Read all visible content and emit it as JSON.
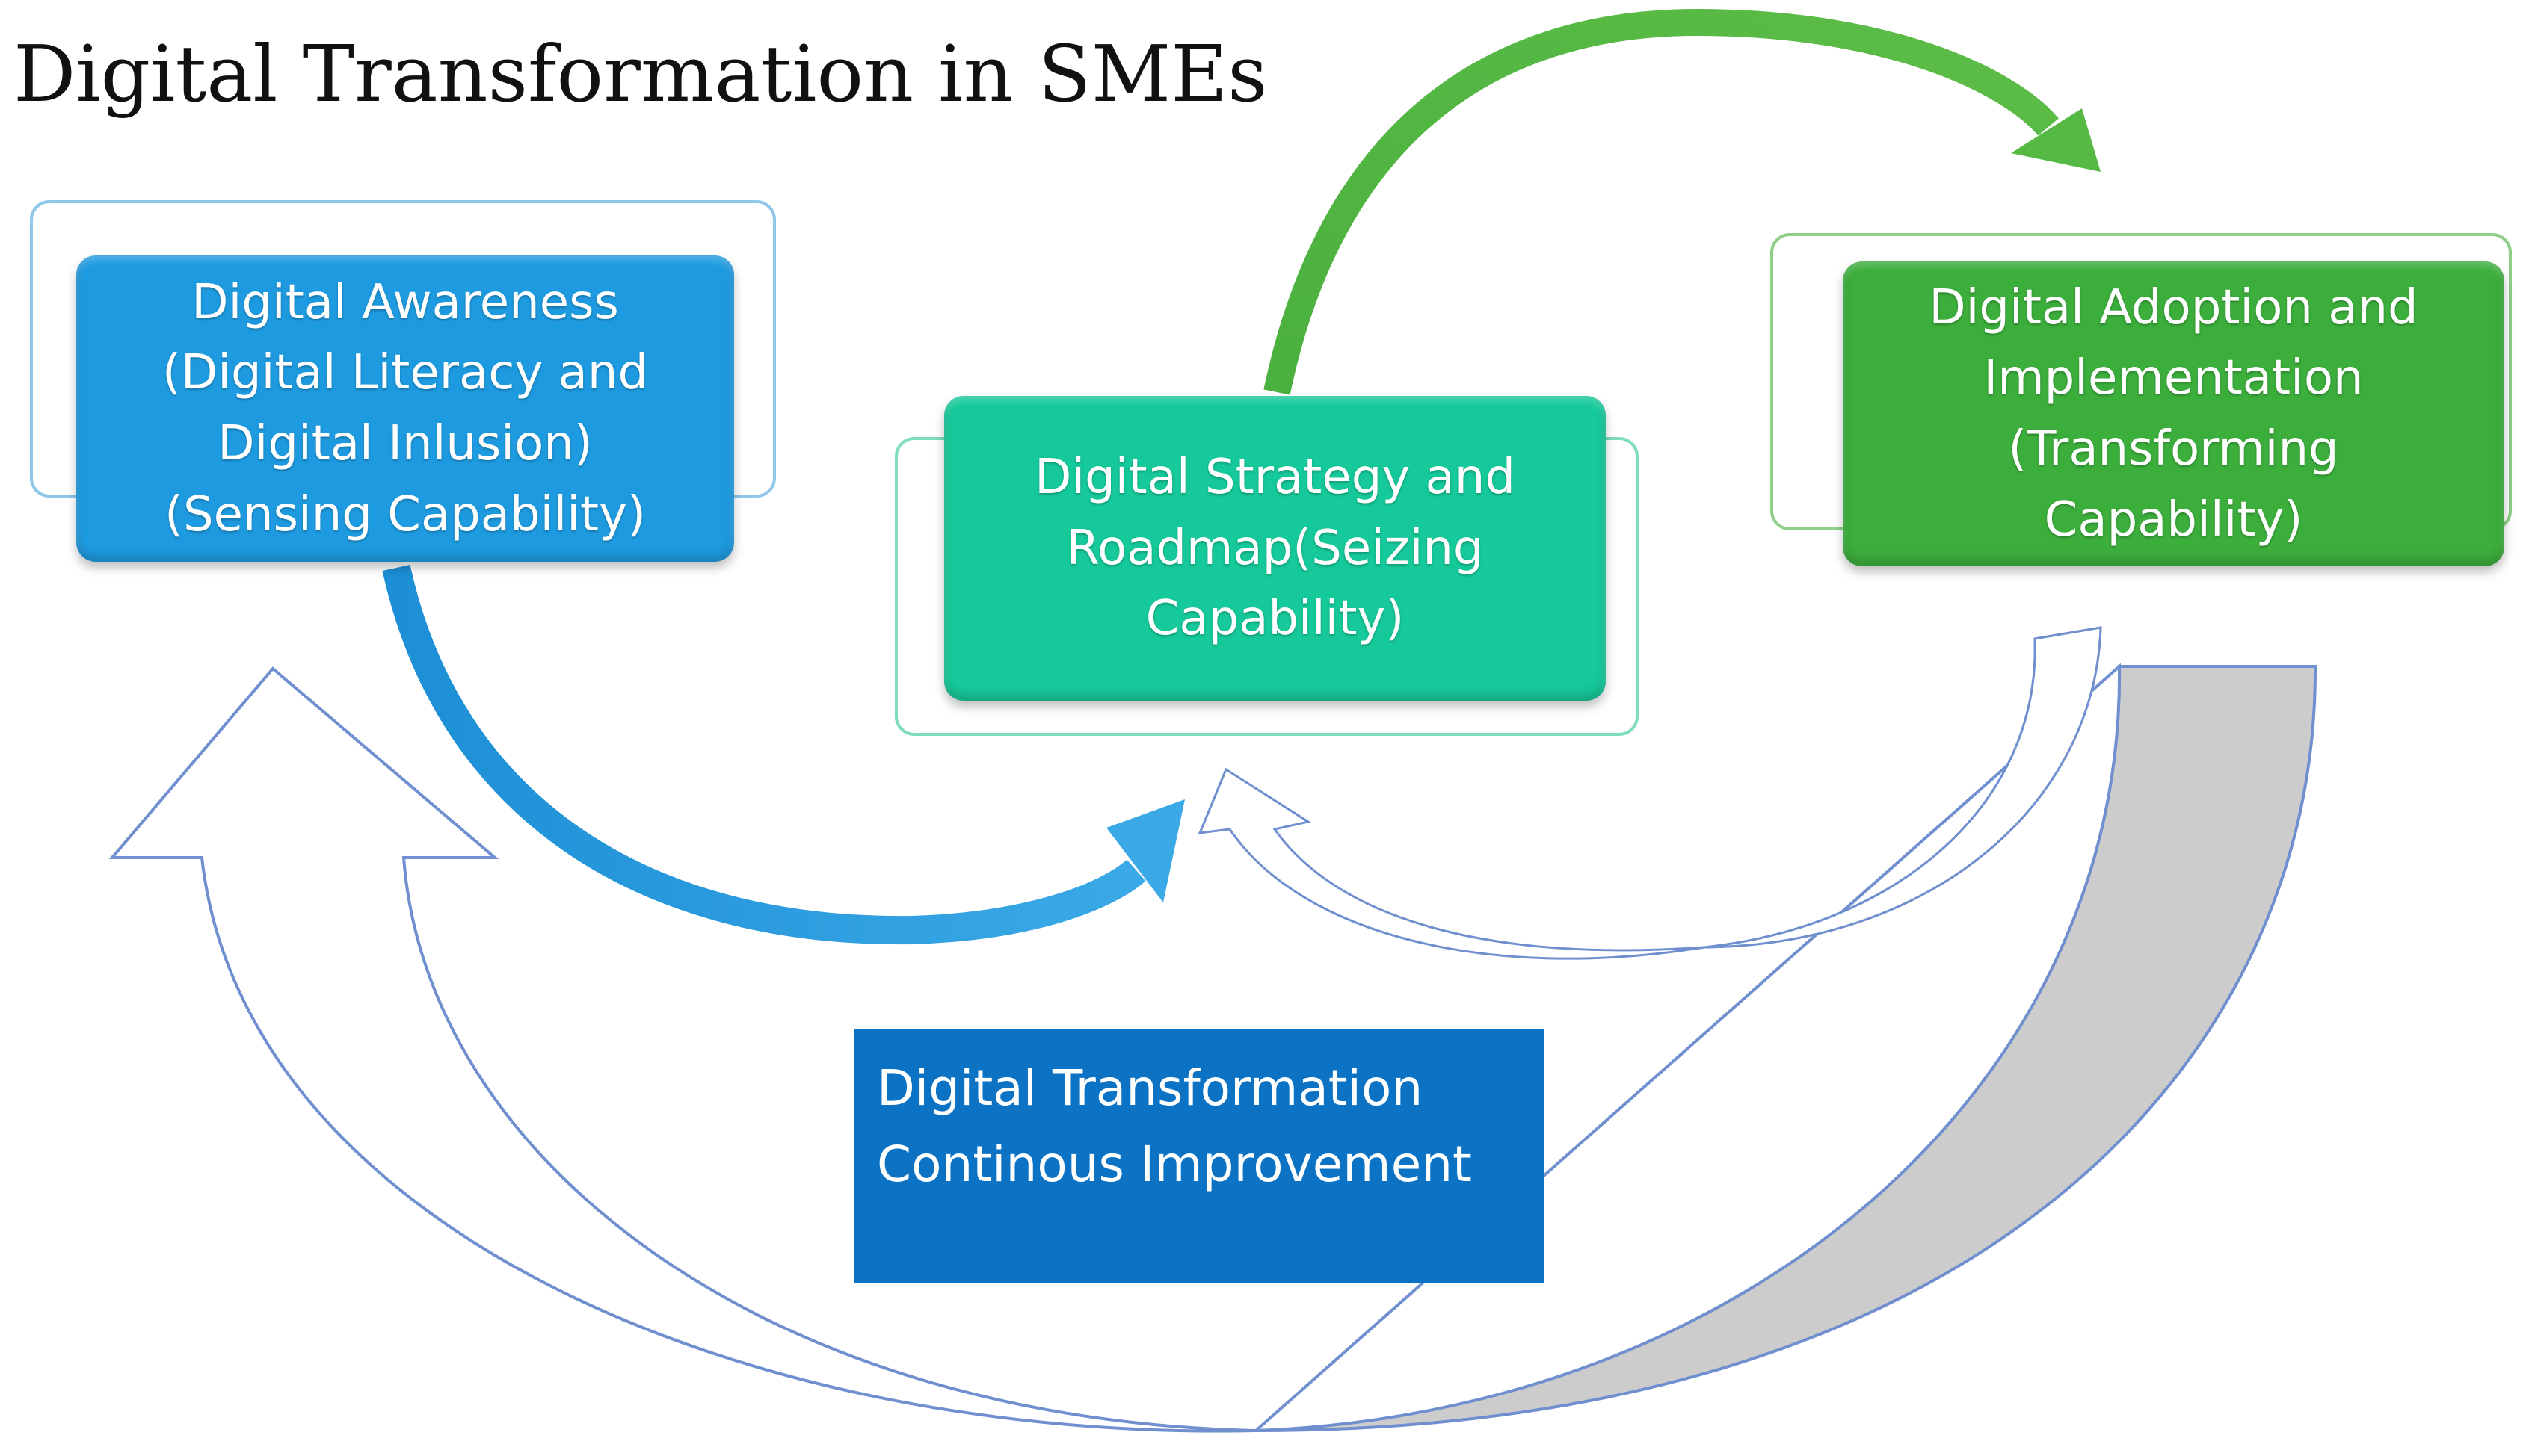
{
  "diagram": {
    "title": "Digital Transformation in SMEs",
    "stages": [
      {
        "id": "awareness",
        "label": "Digital Awareness\n(Digital Literacy and\nDigital Inlusion)\n(Sensing Capability)",
        "color": "#1e9be0",
        "frame_color": "#8fc6ea"
      },
      {
        "id": "strategy",
        "label": "Digital Strategy and\nRoadmap(Seizing\nCapability)",
        "color": "#16c99a",
        "frame_color": "#7fdcbe"
      },
      {
        "id": "adoption",
        "label": "Digital Adoption and\nImplementation\n(Transforming\nCapability)",
        "color": "#3cae3c",
        "frame_color": "#8fcf8a"
      }
    ],
    "improvement": {
      "label": "Digital Transformation\nContinous Improvement",
      "color": "#0b72c4"
    },
    "connectors": [
      {
        "from": "awareness",
        "to": "strategy",
        "style": "solid",
        "color": "#2f9fe0"
      },
      {
        "from": "strategy",
        "to": "adoption",
        "style": "solid",
        "color": "#4db341"
      },
      {
        "from": "adoption",
        "to": "strategy",
        "style": "outline-curved",
        "color": "#6f8fcf"
      },
      {
        "from": "adoption",
        "to": "awareness",
        "style": "outline-curved-shaded",
        "color": "#6f8fcf",
        "shade": "#cccccc"
      }
    ]
  }
}
